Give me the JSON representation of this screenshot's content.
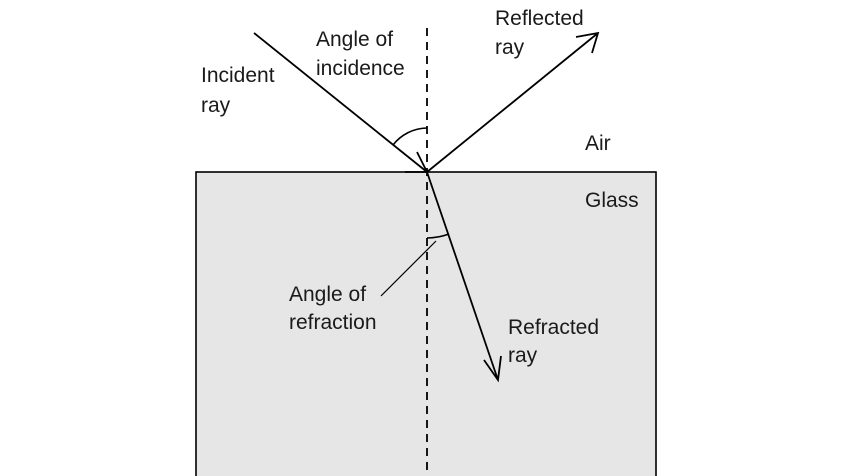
{
  "labels": {
    "incident": [
      "Incident",
      "ray"
    ],
    "angle_incidence": [
      "Angle of",
      "incidence"
    ],
    "reflected": [
      "Reflected",
      "ray"
    ],
    "air": "Air",
    "glass": "Glass",
    "angle_refraction": [
      "Angle of",
      "refraction"
    ],
    "refracted": [
      "Refracted",
      "ray"
    ]
  },
  "colors": {
    "glass_fill": "#e6e6e6",
    "line": "#000000",
    "text": "#1a1a1a"
  }
}
